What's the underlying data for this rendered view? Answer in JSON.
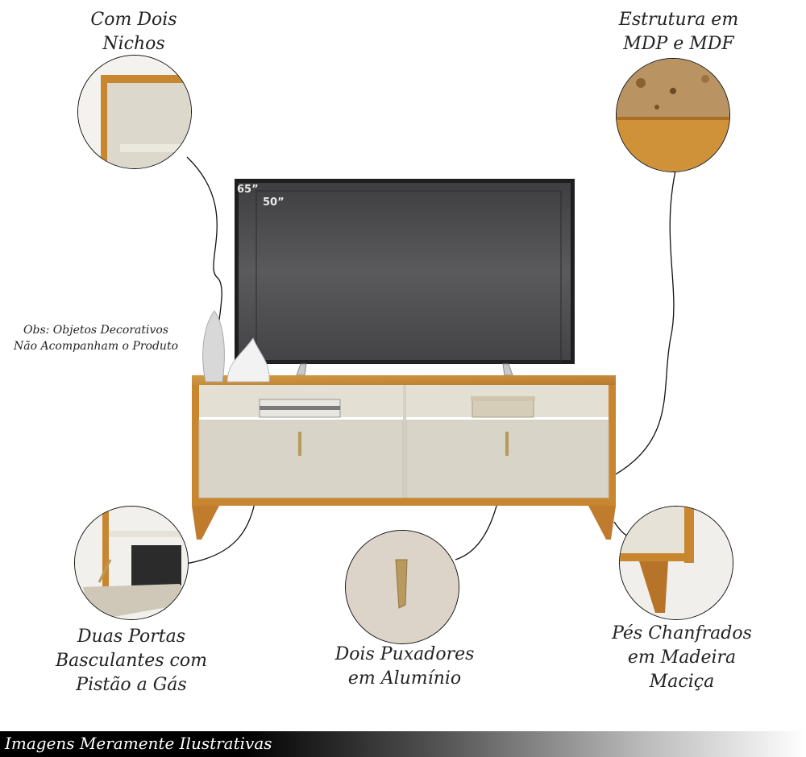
{
  "callouts": {
    "nichos": {
      "line1": "Com Dois",
      "line2": "Nichos"
    },
    "estrutura": {
      "line1": "Estrutura em",
      "line2": "MDP e MDF"
    },
    "portas": {
      "line1": "Duas Portas",
      "line2": "Basculantes com",
      "line3": "Pistão a Gás"
    },
    "puxadores": {
      "line1": "Dois Puxadores",
      "line2": "em Alumínio"
    },
    "pes": {
      "line1": "Pés Chanfrados",
      "line2": "em Madeira",
      "line3": "Maciça"
    }
  },
  "note": {
    "line1": "Obs: Objetos Decorativos",
    "line2": "Não Acompanham o Produto"
  },
  "tv": {
    "size_large": "65”",
    "size_small": "50”"
  },
  "footer": {
    "text": "Imagens Meramente Ilustrativas"
  },
  "colors": {
    "wood": "#c8862f",
    "off_white": "#d9d5c8",
    "gold": "#b89a5e",
    "screen": "#4d4d4f",
    "bezel": "#1e1e1e"
  }
}
